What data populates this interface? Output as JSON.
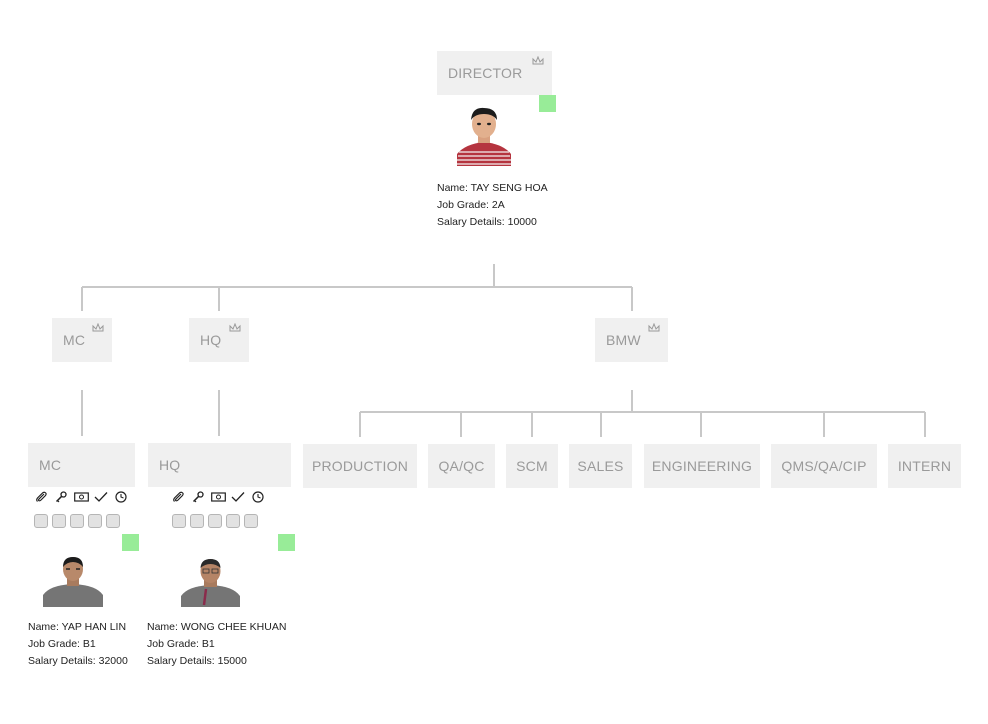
{
  "director": {
    "title": "DIRECTOR",
    "name": "Name: TAY SENG HOA",
    "grade": "Job Grade: 2A",
    "salary": "Salary Details: 10000",
    "status_color": "#98ec98"
  },
  "level2": [
    {
      "title": "MC"
    },
    {
      "title": "HQ"
    },
    {
      "title": "BMW"
    }
  ],
  "mc_child": {
    "title": "MC",
    "name": "Name: YAP HAN LIN",
    "grade": "Job Grade: B1",
    "salary": "Salary Details: 32000"
  },
  "hq_child": {
    "title": "HQ",
    "name": "Name: WONG CHEE KHUAN",
    "grade": "Job Grade: B1",
    "salary": "Salary Details: 15000"
  },
  "bmw_children": [
    {
      "title": "PRODUCTION"
    },
    {
      "title": "QA/QC"
    },
    {
      "title": "SCM"
    },
    {
      "title": "SALES"
    },
    {
      "title": "ENGINEERING"
    },
    {
      "title": "QMS/QA/CIP"
    },
    {
      "title": "INTERN"
    }
  ],
  "tool_icons": [
    "paperclip-icon",
    "key-icon",
    "money-icon",
    "check-icon",
    "clock-icon"
  ],
  "colors": {
    "node_bg": "#f0f0f0",
    "node_text": "#9a9a9a",
    "connector": "#c8c8c8",
    "status": "#98ec98"
  }
}
